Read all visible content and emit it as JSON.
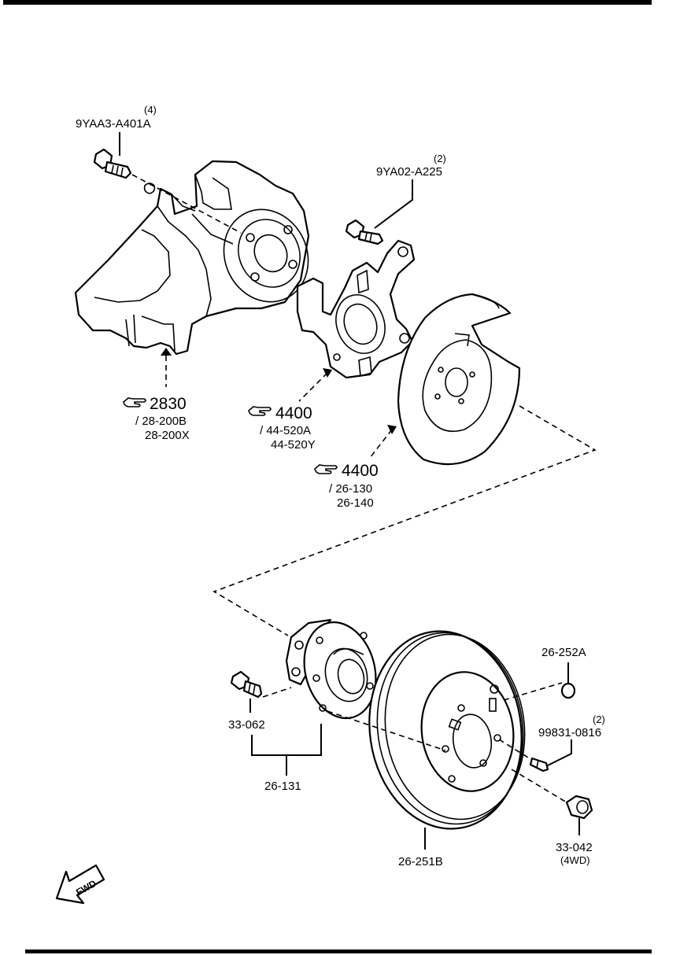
{
  "parts": {
    "knuckle_bolt": {
      "code": "9YAA3-A401A",
      "qty": "(4)"
    },
    "plate_bolt": {
      "code": "9YA02-A225",
      "qty": "(2)"
    },
    "hub_bolt": {
      "code": "33-062"
    },
    "hub_assembly": {
      "code": "26-131"
    },
    "disc": {
      "code": "26-251B"
    },
    "cap": {
      "code": "26-252A"
    },
    "screw": {
      "code": "99831-0816",
      "qty": "(2)"
    },
    "lock_nut": {
      "code": "33-042",
      "note": "(4WD)"
    }
  },
  "references": {
    "knuckle": {
      "page": "2830",
      "sub1": "/ 28-200B",
      "sub2": "28-200X"
    },
    "mount_plate": {
      "page": "4400",
      "sub1": "/ 44-520A",
      "sub2": "44-520Y"
    },
    "dust_shield": {
      "page": "4400",
      "sub1": "/ 26-130",
      "sub2": "26-140"
    }
  },
  "fwd_label": "FWD"
}
